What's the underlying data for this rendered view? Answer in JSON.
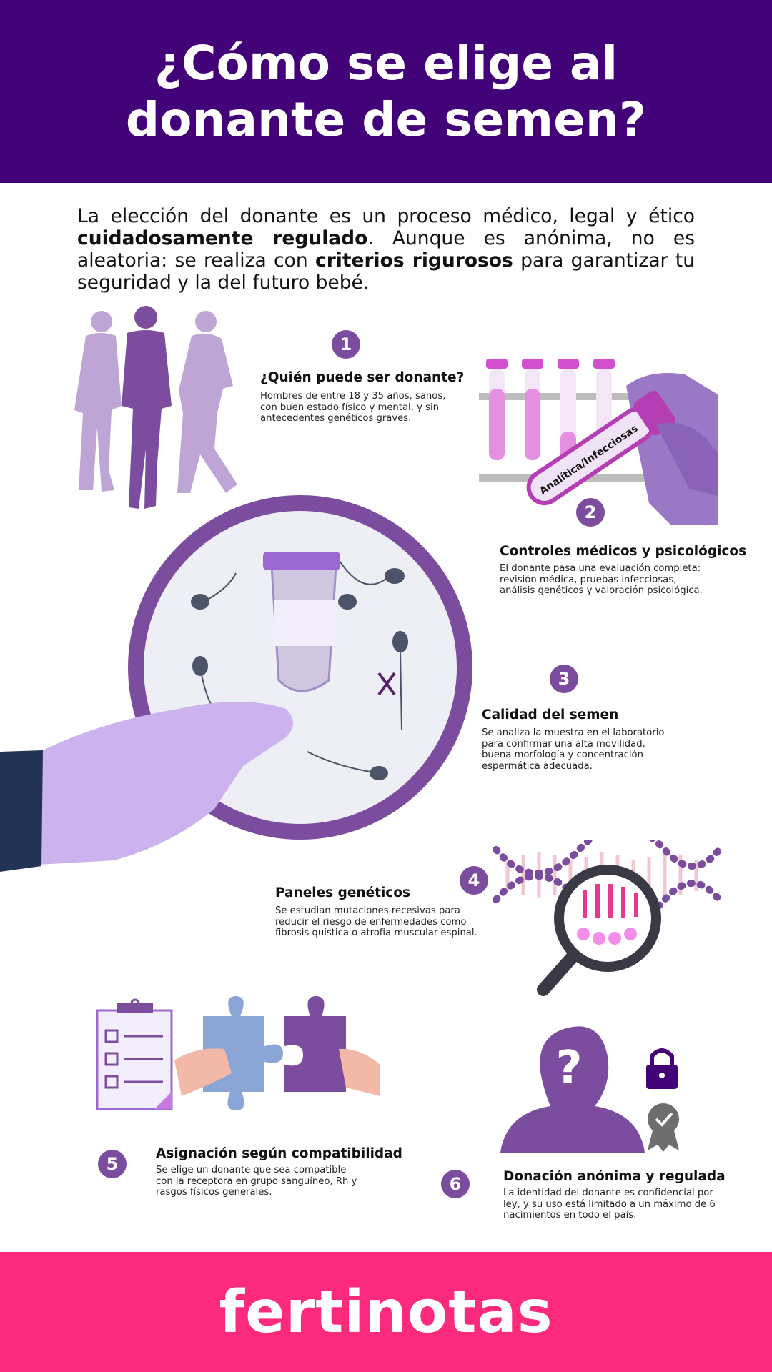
{
  "header": {
    "title": "¿Cómo se elige al donante de semen?"
  },
  "intro": {
    "t1": "La elección del donante es un proceso médico, legal y ético ",
    "b1": "cuidadosamente regulado",
    "t2": ". Aunque es anónima, no es aleatoria: se realiza con ",
    "b2": "criterios rigurosos",
    "t3": " para garantizar tu seguridad y la del futuro bebé."
  },
  "steps": [
    {
      "number": "1",
      "title": "¿Quién puede ser donante?",
      "description": "Hombres de entre 18 y 35 años, sanos, con buen estado físico y mental, y sin antecedentes genéticos graves."
    },
    {
      "number": "2",
      "title": "Controles médicos y psicológicos",
      "description": "El donante pasa una evaluación completa: revisión médica, pruebas infecciosas, análisis genéticos y valoración psicológica."
    },
    {
      "number": "3",
      "title": "Calidad del semen",
      "description": "Se analiza la muestra en el laboratorio para confirmar una alta movilidad, buena morfología y concentración espermática adecuada."
    },
    {
      "number": "4",
      "title": "Paneles genéticos",
      "description": "Se estudian mutaciones recesivas para reducir el riesgo de enfermedades como fibrosis quística o atrofia muscular espinal."
    },
    {
      "number": "5",
      "title": "Asignación según compatibilidad",
      "description": "Se elige un donante que sea compatible con la receptora en grupo sanguíneo, Rh y rasgos físicos generales."
    },
    {
      "number": "6",
      "title": "Donación anónima y regulada",
      "description": "La identidad del donante es confidencial por ley, y su uso está limitado a un máximo de 6 nacimientos en todo el país."
    }
  ],
  "tube_label": "Analítica/Infecciosas",
  "footer": {
    "brand": "fertinotas"
  },
  "colors": {
    "header_bg": "#420379",
    "accent_purple": "#7c4d9f",
    "footer_bg": "#fc2a7d"
  },
  "icons": [
    "men-silhouettes-icon",
    "test-tubes-icon",
    "sample-cup-icon",
    "dna-magnifier-icon",
    "checklist-puzzle-icon",
    "anonymous-donor-icon"
  ]
}
